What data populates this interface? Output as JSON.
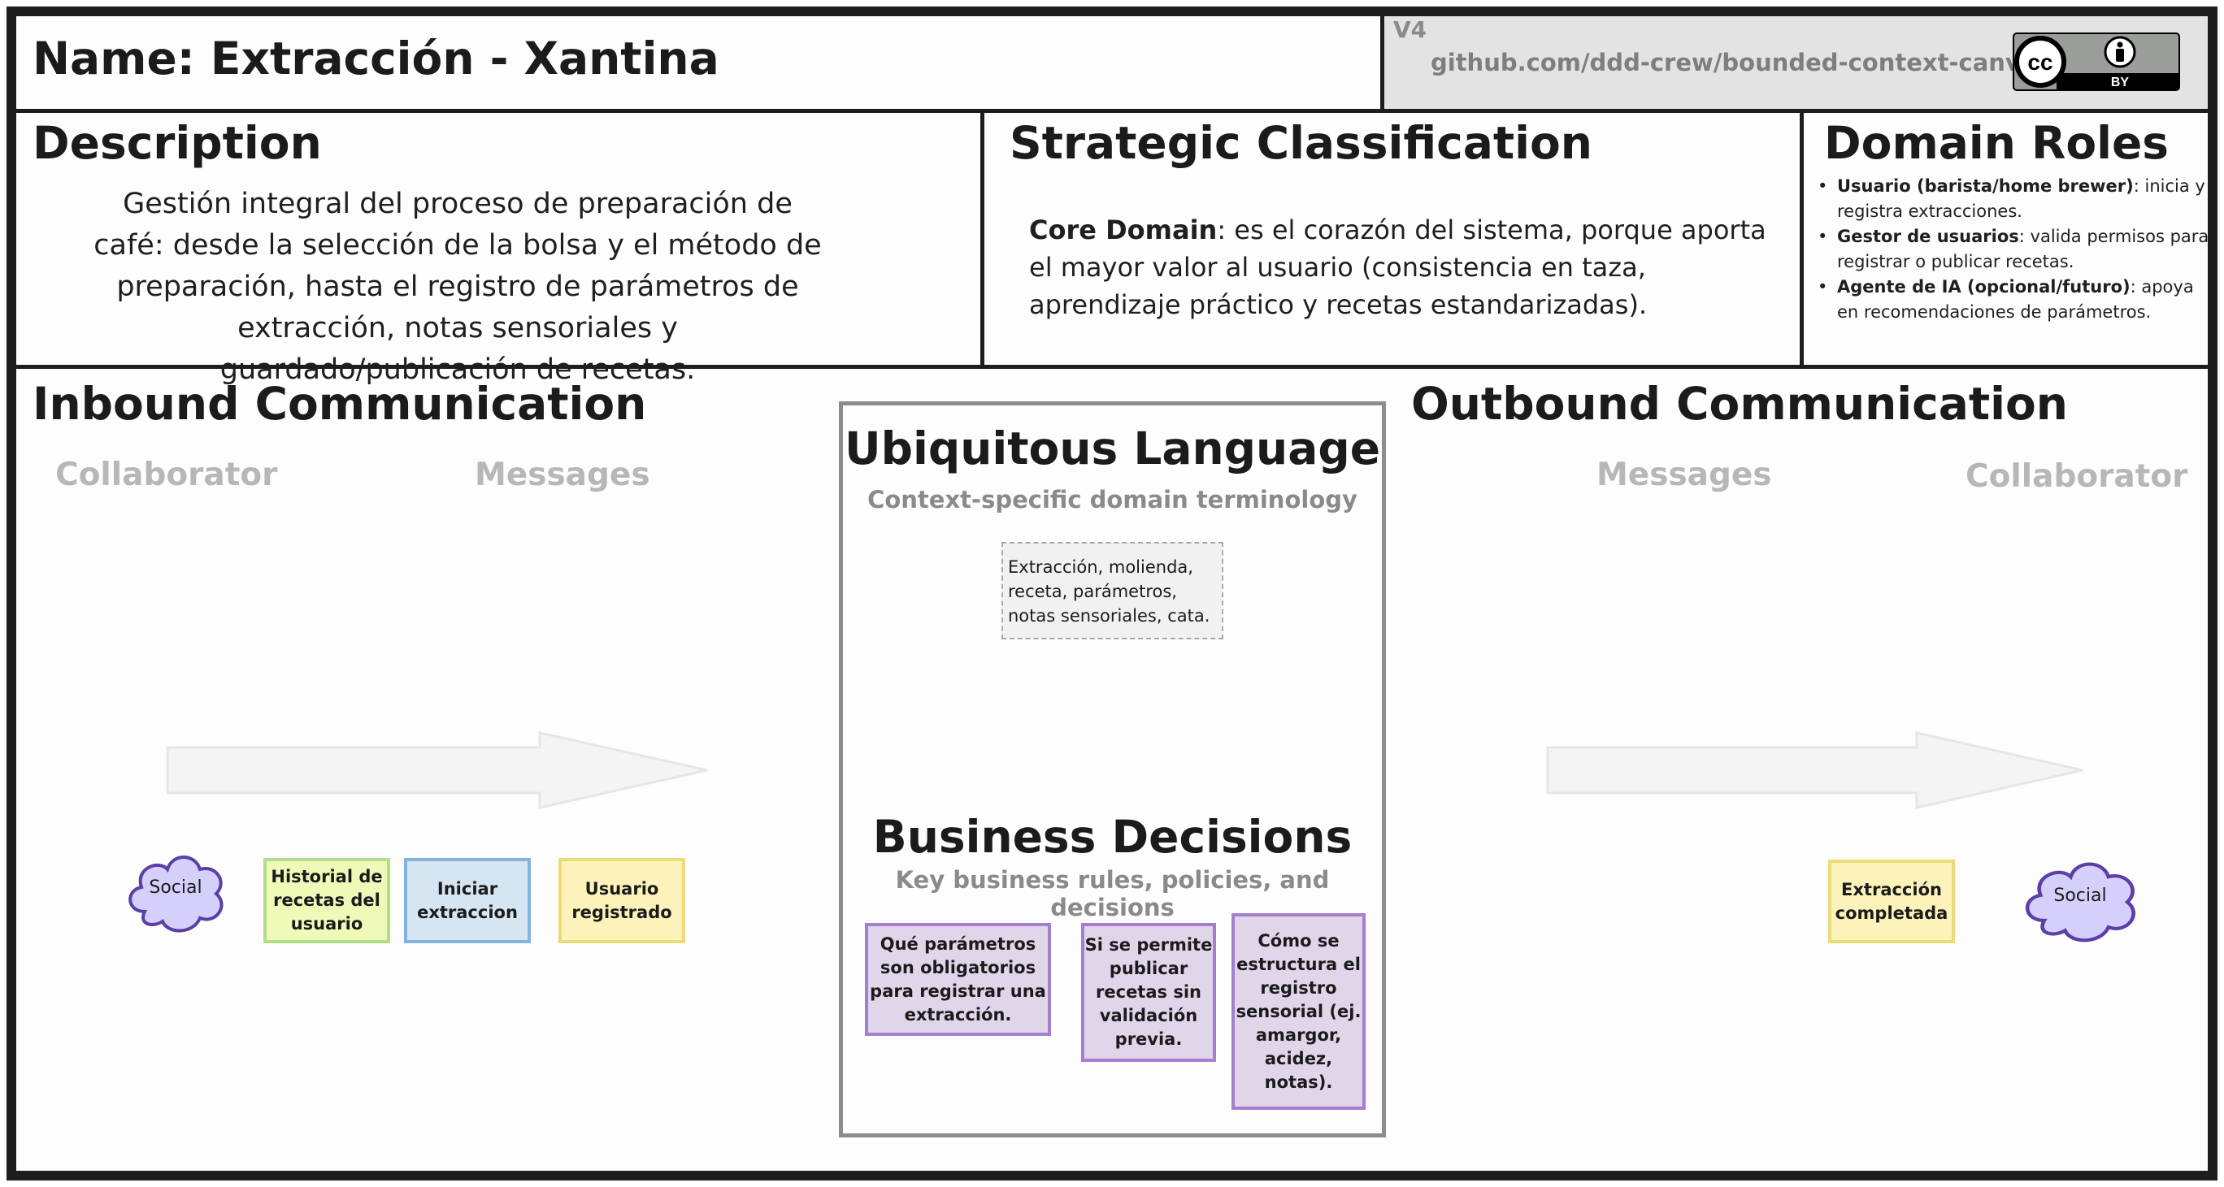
{
  "header": {
    "name_title": "Name: Extracción - Xantina",
    "version": "V4",
    "repo": "github.com/ddd-crew/bounded-context-canvas",
    "license_badge": {
      "cc_text": "cc",
      "by_text": "BY",
      "icons": [
        "cc-icon",
        "person-icon"
      ]
    }
  },
  "description": {
    "heading": "Description",
    "text": "Gestión integral del proceso de preparación de café: desde la selección de la bolsa y el método de preparación, hasta el registro de parámetros de extracción, notas sensoriales y guardado/publicación de recetas."
  },
  "strategic": {
    "heading": "Strategic Classification",
    "label": "Core Domain",
    "text": ": es el corazón del sistema, porque aporta el mayor valor al usuario (consistencia en taza, aprendizaje práctico y recetas estandarizadas)."
  },
  "domain_roles": {
    "heading": "Domain Roles",
    "items": [
      {
        "label": "Usuario (barista/home brewer)",
        "text": ": inicia y registra extracciones."
      },
      {
        "label": "Gestor de usuarios",
        "text": ": valida permisos para registrar o publicar recetas."
      },
      {
        "label": "Agente de IA (opcional/futuro)",
        "text": ": apoya en recomendaciones de parámetros."
      }
    ]
  },
  "inbound": {
    "heading": "Inbound Communication",
    "collaborator_label": "Collaborator",
    "messages_label": "Messages",
    "collaborator": "Social",
    "messages": [
      "Historial de recetas del usuario",
      "Iniciar extraccion",
      "Usuario registrado"
    ]
  },
  "ubiquitous": {
    "heading": "Ubiquitous Language",
    "subheading": "Context-specific domain terminology",
    "note": "Extracción, molienda, receta, parámetros, notas sensoriales, cata."
  },
  "business": {
    "heading": "Business Decisions",
    "subheading": "Key business rules, policies, and decisions",
    "decisions": [
      "Qué parámetros son obligatorios para registrar una extracción.",
      "Si se permite publicar recetas sin validación previa.",
      "Cómo se estructura el registro sensorial (ej. amargor, acidez, notas)."
    ]
  },
  "outbound": {
    "heading": "Outbound Communication",
    "messages_label": "Messages",
    "collaborator_label": "Collaborator",
    "messages": [
      "Extracción completada"
    ],
    "collaborator": "Social"
  },
  "colors": {
    "frame": "#1d1d1d",
    "header_strip": "#e3e3e3",
    "muted_text": "#b7b7b7",
    "decision_fill": "#e1d5ea",
    "decision_border": "#a47fd0",
    "event_fill": "#fdf3ba",
    "event_border": "#eadd79",
    "query_fill": "#effab9",
    "query_border": "#b3dd88",
    "command_fill": "#d5e5f2",
    "command_border": "#84b3e0",
    "cloud_fill": "#d4d0fb",
    "cloud_border": "#5b3ea6",
    "arrow_fill": "#f4f4f4"
  }
}
